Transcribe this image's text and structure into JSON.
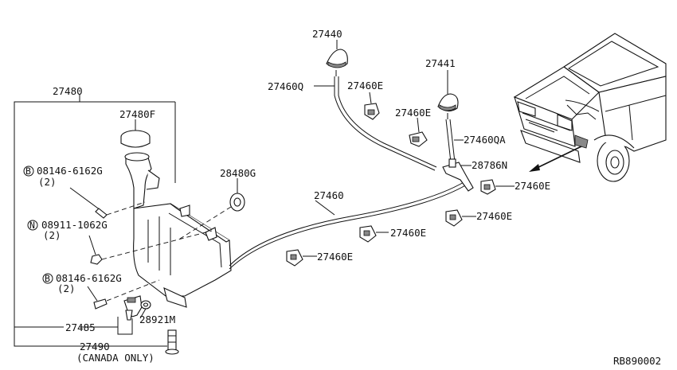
{
  "parts": {
    "p27480": "27480",
    "p27480f": "27480F",
    "p28480g": "28480G",
    "p27440": "27440",
    "p27441": "27441",
    "p27460q": "27460Q",
    "p27460e_a": "27460E",
    "p27460e_b": "27460E",
    "p27460qa": "27460QA",
    "p28786n": "28786N",
    "p27460e_c": "27460E",
    "p27460": "27460",
    "p27460e_d": "27460E",
    "p27460e_e": "27460E",
    "p27460e_f": "27460E",
    "p27485": "27485",
    "p28921m": "28921M",
    "p27490": "27490",
    "canada": "(CANADA ONLY)"
  },
  "fasteners": {
    "f1_prefix": "B",
    "f1_num": "08146-6162G",
    "f1_qty": "(2)",
    "f2_prefix": "N",
    "f2_num": "08911-1062G",
    "f2_qty": "(2)",
    "f3_prefix": "B",
    "f3_num": "08146-6162G",
    "f3_qty": "(2)"
  },
  "diagram_id": "RB890002"
}
